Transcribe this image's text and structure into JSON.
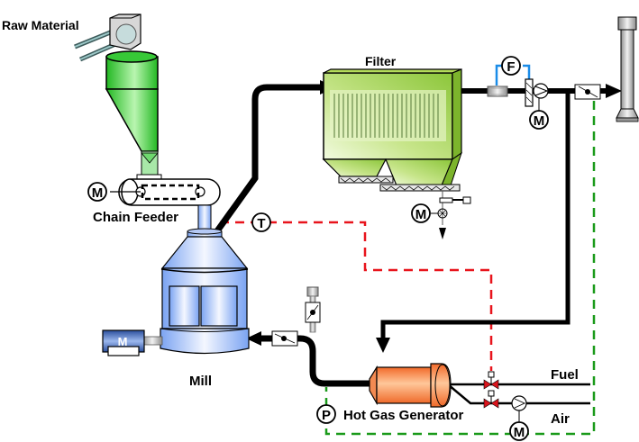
{
  "diagram": {
    "title": "Grinding and Drying Process Flow",
    "labels": {
      "raw_material": "Raw Material",
      "chain_feeder": "Chain Feeder",
      "filter": "Filter",
      "mill": "Mill",
      "hot_gas_generator": "Hot Gas Generator",
      "fuel": "Fuel",
      "air": "Air"
    },
    "instruments": {
      "flow": "F",
      "temperature": "T",
      "pressure": "P",
      "motor": "M"
    },
    "colors": {
      "process_line": "#000000",
      "temperature_control_line": "#e8141c",
      "pressure_control_line": "#1a9a1a",
      "flow_signal_line": "#1a8ce8",
      "cyclone": "#33cc33",
      "filter": "#9ccc3c",
      "mill": "#6f9cf0",
      "hot_gas_generator": "#f5844a",
      "valve": "#d9141c"
    }
  }
}
